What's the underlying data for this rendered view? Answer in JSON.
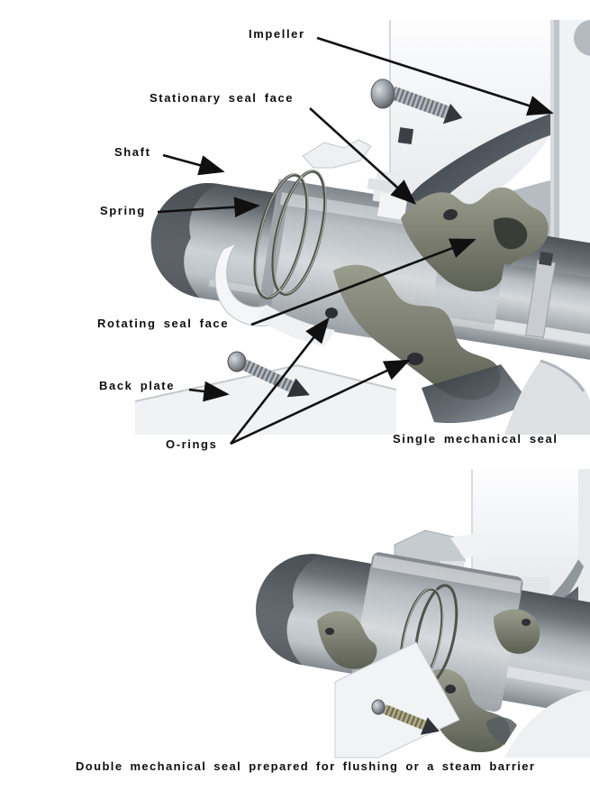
{
  "figures": {
    "single": {
      "caption": "Single mechanical seal",
      "labels": {
        "impeller": "Impeller",
        "stationary_seal_face": "Stationary seal face",
        "shaft": "Shaft",
        "spring": "Spring",
        "rotating_seal_face": "Rotating seal face",
        "back_plate": "Back plate",
        "o_rings": "O-rings"
      }
    },
    "double": {
      "caption": "Double mechanical seal prepared for flushing or a steam barrier"
    }
  },
  "colors": {
    "label_text": "#0e0e0e",
    "arrow": "#101010",
    "metal_dark": "#4e535a",
    "metal_mid": "#aab1b7",
    "metal_light": "#d6dadd",
    "seal_olive": "#7e8173",
    "housing_white": "#f4f6f7",
    "background": "#ffffff"
  }
}
